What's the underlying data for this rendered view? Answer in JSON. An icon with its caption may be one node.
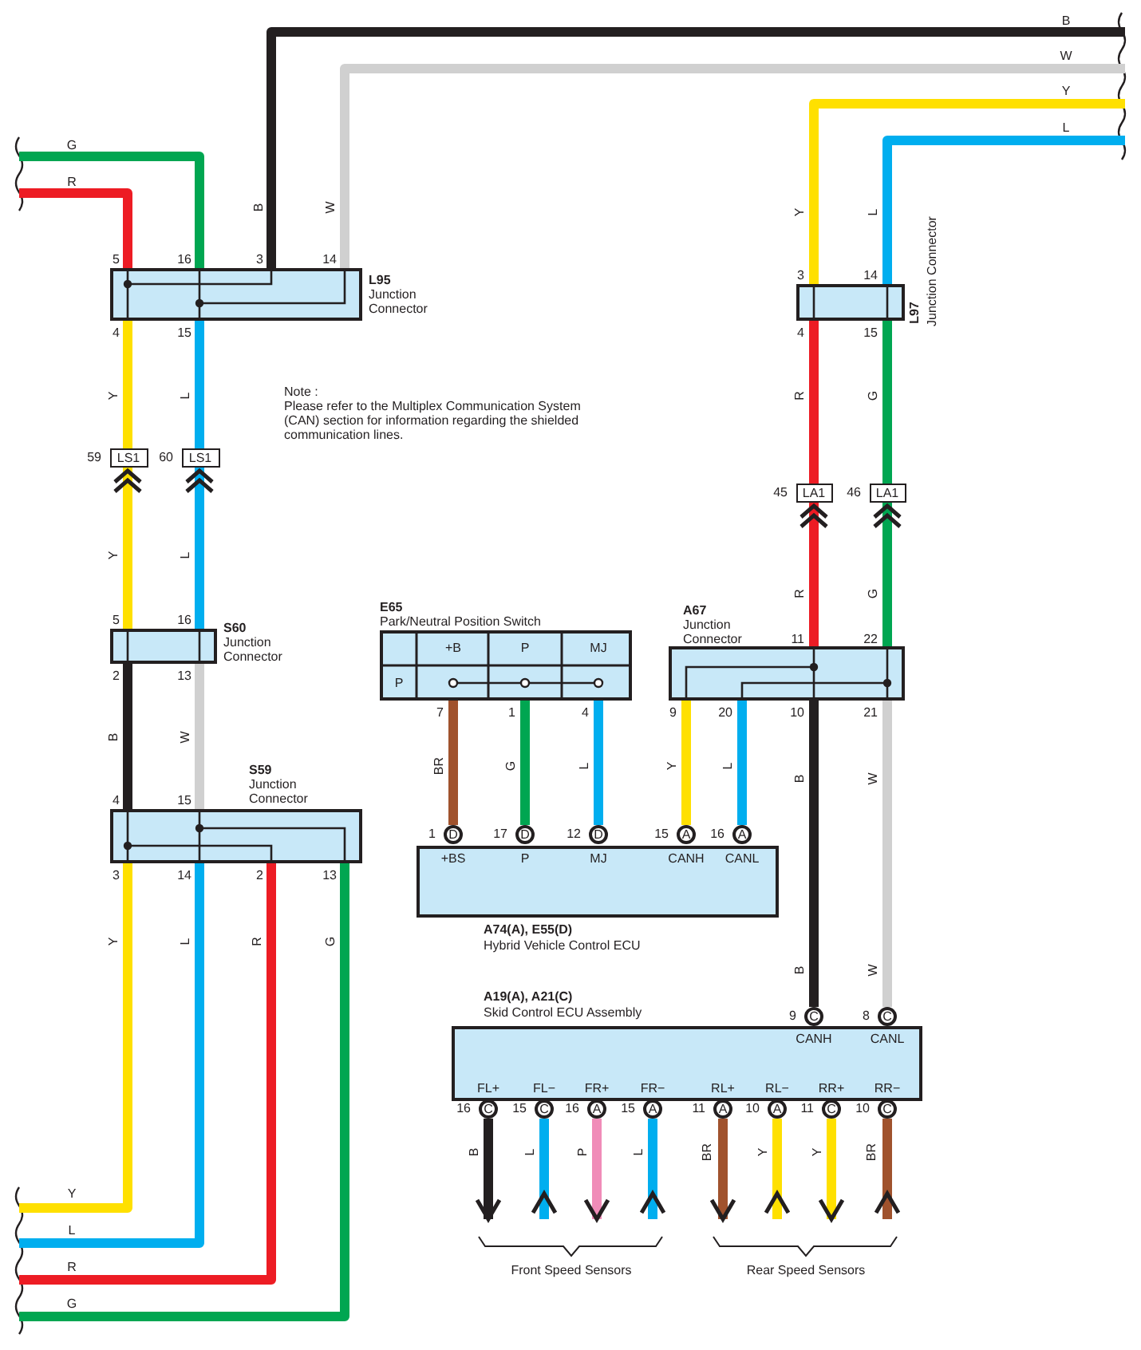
{
  "diagram": {
    "nodes": [
      {
        "text": [
          "L95",
          "Junction Connector"
        ],
        "beside": [
          "5",
          "16",
          "3",
          "14",
          "4",
          "15"
        ]
      },
      {
        "text": [
          "L97",
          "Junction Connector"
        ],
        "beside": [
          "3",
          "14",
          "4",
          "15"
        ]
      },
      {
        "text": [
          "S60",
          "Junction Connector"
        ],
        "beside": [
          "5",
          "16",
          "2",
          "13"
        ]
      },
      {
        "text": [
          "S59",
          "Junction Connector"
        ],
        "beside": [
          "4",
          "15",
          "3",
          "14",
          "2",
          "13"
        ]
      },
      {
        "text": [
          "E65",
          "Park/Neutral Position Switch",
          "+B",
          "P",
          "MJ",
          "P"
        ],
        "beside": [
          "7",
          "1",
          "4"
        ]
      },
      {
        "text": [
          "A67",
          "Junction Connector"
        ],
        "beside": [
          "11",
          "22",
          "9",
          "20",
          "10",
          "21"
        ]
      },
      {
        "text": [
          "A74(A), E55(D)",
          "Hybrid Vehicle Control ECU",
          "+BS",
          "P",
          "MJ",
          "CANH",
          "CANL"
        ]
      },
      {
        "text": [
          "A19(A), A21(C)",
          "Skid Control ECU Assembly",
          "CANH",
          "CANL",
          "FL+",
          "FL−",
          "FR+",
          "FR−",
          "RL+",
          "RL−",
          "RR+",
          "RR−"
        ]
      },
      {
        "text": [
          "LS1"
        ],
        "beside": [
          "59"
        ]
      },
      {
        "text": [
          "LS1"
        ],
        "beside": [
          "60"
        ]
      },
      {
        "text": [
          "LA1"
        ],
        "beside": [
          "45"
        ]
      },
      {
        "text": [
          "LA1"
        ],
        "beside": [
          "46"
        ]
      },
      {
        "text": [
          "D"
        ],
        "beside": [
          "1"
        ]
      },
      {
        "text": [
          "D"
        ],
        "beside": [
          "17"
        ]
      },
      {
        "text": [
          "D"
        ],
        "beside": [
          "12"
        ]
      },
      {
        "text": [
          "A"
        ],
        "beside": [
          "15"
        ]
      },
      {
        "text": [
          "A"
        ],
        "beside": [
          "16"
        ]
      },
      {
        "text": [
          "C"
        ],
        "beside": [
          "9"
        ]
      },
      {
        "text": [
          "C"
        ],
        "beside": [
          "8"
        ]
      },
      {
        "text": [
          "C"
        ],
        "beside": [
          "16"
        ]
      },
      {
        "text": [
          "C"
        ],
        "beside": [
          "15"
        ]
      },
      {
        "text": [
          "A"
        ],
        "beside": [
          "16"
        ]
      },
      {
        "text": [
          "A"
        ],
        "beside": [
          "15"
        ]
      },
      {
        "text": [
          "A"
        ],
        "beside": [
          "11"
        ]
      },
      {
        "text": [
          "A"
        ],
        "beside": [
          "10"
        ]
      },
      {
        "text": [
          "C"
        ],
        "beside": [
          "11"
        ]
      },
      {
        "text": [
          "C"
        ],
        "beside": [
          "10"
        ]
      },
      {
        "text": [
          "Front Speed Sensors"
        ]
      },
      {
        "text": [
          "Rear Speed Sensors"
        ]
      }
    ],
    "edges": [
      {
        "from": null,
        "to": 0,
        "arrow": "none",
        "label": "G",
        "color": "#00a651"
      },
      {
        "from": null,
        "to": 0,
        "arrow": "none",
        "label": "R",
        "color": "#ed1c24"
      },
      {
        "from": null,
        "to": 0,
        "arrow": "none",
        "label": "B",
        "color": "#231f20"
      },
      {
        "from": null,
        "to": 0,
        "arrow": "none",
        "label": "W",
        "color": "#d0d0d0"
      },
      {
        "from": null,
        "to": 1,
        "arrow": "none",
        "label": "Y",
        "color": "#ffe000"
      },
      {
        "from": null,
        "to": 1,
        "arrow": "none",
        "label": "L",
        "color": "#00aeef"
      },
      {
        "from": 0,
        "to": 8,
        "arrow": "none",
        "label": "Y",
        "color": "#ffe000"
      },
      {
        "from": 0,
        "to": 9,
        "arrow": "none",
        "label": "L",
        "color": "#00aeef"
      },
      {
        "from": 2,
        "to": 8,
        "arrow": "to",
        "label": "Y",
        "color": "#ffe000"
      },
      {
        "from": 2,
        "to": 9,
        "arrow": "to",
        "label": "L",
        "color": "#00aeef"
      },
      {
        "from": 2,
        "to": 3,
        "arrow": "none",
        "label": "B",
        "color": "#231f20"
      },
      {
        "from": 2,
        "to": 3,
        "arrow": "none",
        "label": "W",
        "color": "#d0d0d0"
      },
      {
        "from": 3,
        "to": null,
        "arrow": "none",
        "label": "Y",
        "color": "#ffe000"
      },
      {
        "from": 3,
        "to": null,
        "arrow": "none",
        "label": "L",
        "color": "#00aeef"
      },
      {
        "from": 3,
        "to": null,
        "arrow": "none",
        "label": "R",
        "color": "#ed1c24"
      },
      {
        "from": 3,
        "to": null,
        "arrow": "none",
        "label": "G",
        "color": "#00a651"
      },
      {
        "from": 1,
        "to": 10,
        "arrow": "none",
        "label": "R",
        "color": "#ed1c24"
      },
      {
        "from": 1,
        "to": 11,
        "arrow": "none",
        "label": "G",
        "color": "#00a651"
      },
      {
        "from": 5,
        "to": 10,
        "arrow": "to",
        "label": "R",
        "color": "#ed1c24"
      },
      {
        "from": 5,
        "to": 11,
        "arrow": "to",
        "label": "G",
        "color": "#00a651"
      },
      {
        "from": 5,
        "to": 17,
        "arrow": "none",
        "label": "B",
        "color": "#231f20"
      },
      {
        "from": 5,
        "to": 18,
        "arrow": "none",
        "label": "W",
        "color": "#d0d0d0"
      },
      {
        "from": 5,
        "to": 15,
        "arrow": "none",
        "label": "Y",
        "color": "#ffe000"
      },
      {
        "from": 5,
        "to": 16,
        "arrow": "none",
        "label": "L",
        "color": "#00aeef"
      },
      {
        "from": 4,
        "to": 12,
        "arrow": "none",
        "label": "BR",
        "color": "#a0522d"
      },
      {
        "from": 4,
        "to": 13,
        "arrow": "none",
        "label": "G",
        "color": "#00a651"
      },
      {
        "from": 4,
        "to": 14,
        "arrow": "none",
        "label": "L",
        "color": "#00aeef"
      },
      {
        "from": 19,
        "to": 27,
        "arrow": "to",
        "label": "B",
        "color": "#231f20"
      },
      {
        "from": 20,
        "to": 27,
        "arrow": "other",
        "label": "L",
        "color": "#00aeef"
      },
      {
        "from": 21,
        "to": 27,
        "arrow": "to",
        "label": "P",
        "color": "#f08cb8"
      },
      {
        "from": 22,
        "to": 27,
        "arrow": "other",
        "label": "L",
        "color": "#00aeef"
      },
      {
        "from": 23,
        "to": 28,
        "arrow": "to",
        "label": "BR",
        "color": "#a0522d"
      },
      {
        "from": 24,
        "to": 28,
        "arrow": "other",
        "label": "Y",
        "color": "#ffe000"
      },
      {
        "from": 25,
        "to": 28,
        "arrow": "to",
        "label": "Y",
        "color": "#ffe000"
      },
      {
        "from": 26,
        "to": 28,
        "arrow": "other",
        "label": "BR",
        "color": "#a0522d"
      }
    ],
    "labels": [
      "B",
      "W",
      "Y",
      "L",
      "Note :",
      "Please refer to the Multiplex Communication System (CAN) section for information regarding the shielded communication lines.",
      "B",
      "W",
      "Y",
      "L",
      "R",
      "G"
    ]
  }
}
